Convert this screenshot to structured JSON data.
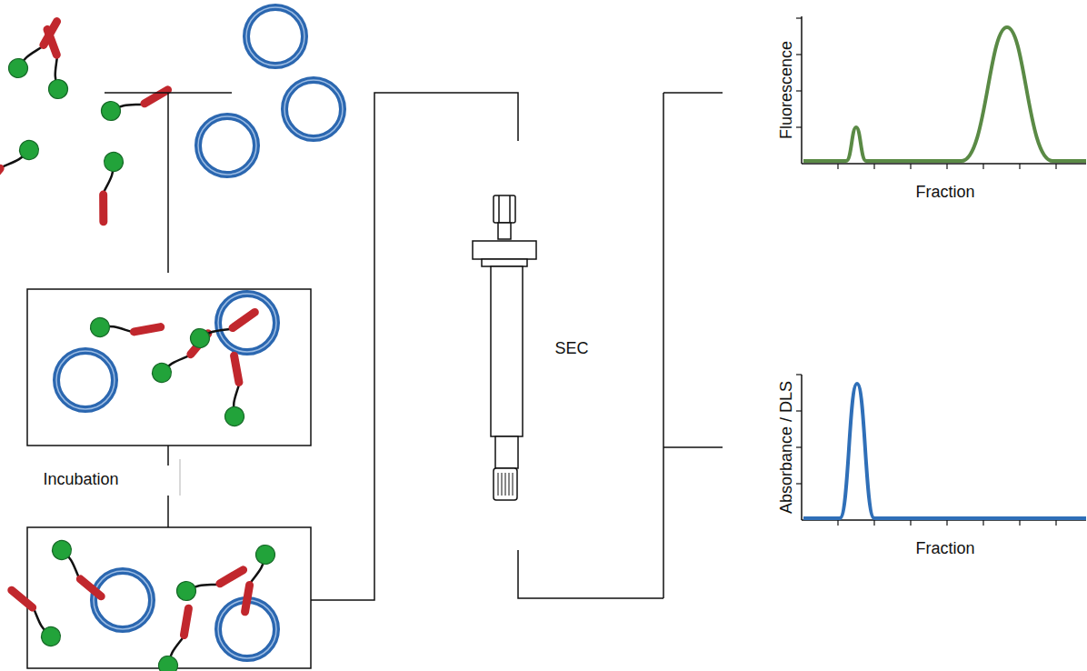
{
  "diagram": {
    "labels": [
      "Incubation",
      "SEC",
      "Fluorescence",
      "Fraction",
      "Absorbance / DLS",
      "Fraction"
    ]
  }
}
